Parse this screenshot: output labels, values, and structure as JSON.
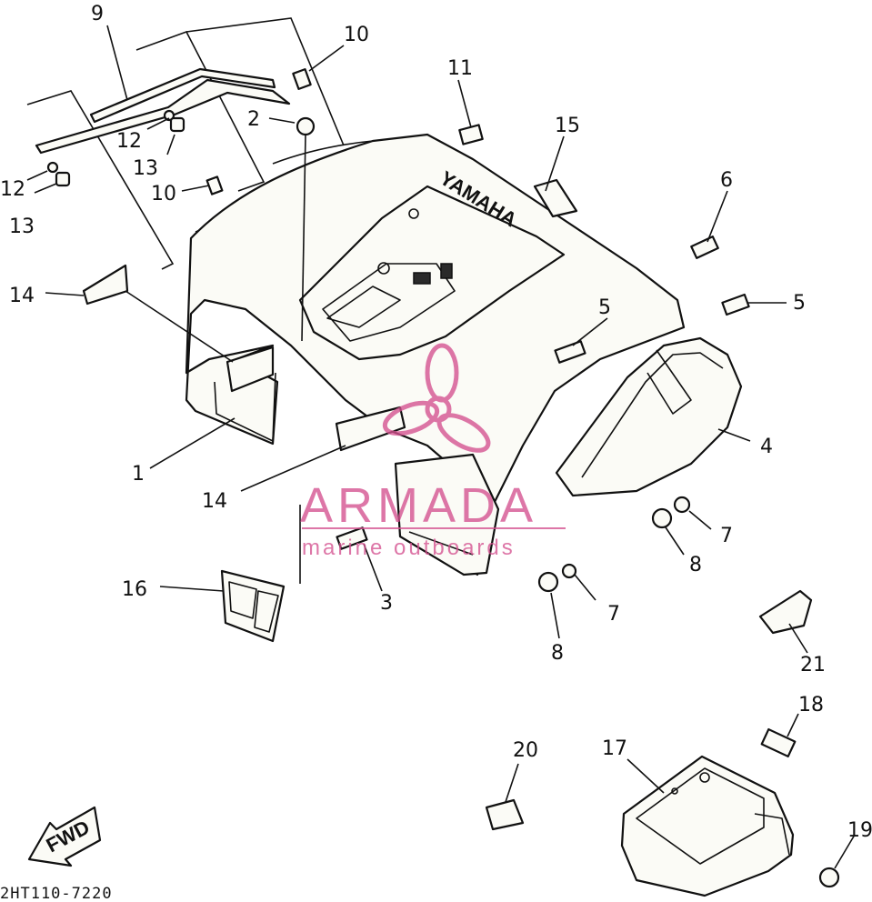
{
  "diagram": {
    "brand_text": "YAMAHA",
    "fwd_label": "FWD",
    "drawing_code": "2HT110-7220",
    "callouts": [
      {
        "id": "c9",
        "label": "9"
      },
      {
        "id": "c10a",
        "label": "10"
      },
      {
        "id": "c11",
        "label": "11"
      },
      {
        "id": "c2",
        "label": "2"
      },
      {
        "id": "c12a",
        "label": "12"
      },
      {
        "id": "c13a",
        "label": "13"
      },
      {
        "id": "c12b",
        "label": "12"
      },
      {
        "id": "c13b",
        "label": "13"
      },
      {
        "id": "c10b",
        "label": "10"
      },
      {
        "id": "c15",
        "label": "15"
      },
      {
        "id": "c6",
        "label": "6"
      },
      {
        "id": "c14a",
        "label": "14"
      },
      {
        "id": "c5a",
        "label": "5"
      },
      {
        "id": "c5b",
        "label": "5"
      },
      {
        "id": "c4",
        "label": "4"
      },
      {
        "id": "c1",
        "label": "1"
      },
      {
        "id": "c14b",
        "label": "14"
      },
      {
        "id": "c7a",
        "label": "7"
      },
      {
        "id": "c8a",
        "label": "8"
      },
      {
        "id": "c16",
        "label": "16"
      },
      {
        "id": "c3",
        "label": "3"
      },
      {
        "id": "c7b",
        "label": "7"
      },
      {
        "id": "c8b",
        "label": "8"
      },
      {
        "id": "c21",
        "label": "21"
      },
      {
        "id": "c18",
        "label": "18"
      },
      {
        "id": "c20",
        "label": "20"
      },
      {
        "id": "c17",
        "label": "17"
      },
      {
        "id": "c19",
        "label": "19"
      }
    ]
  },
  "watermark": {
    "title": "ARMADA",
    "subtitle": "marine outboards",
    "color": "#d4508f"
  }
}
